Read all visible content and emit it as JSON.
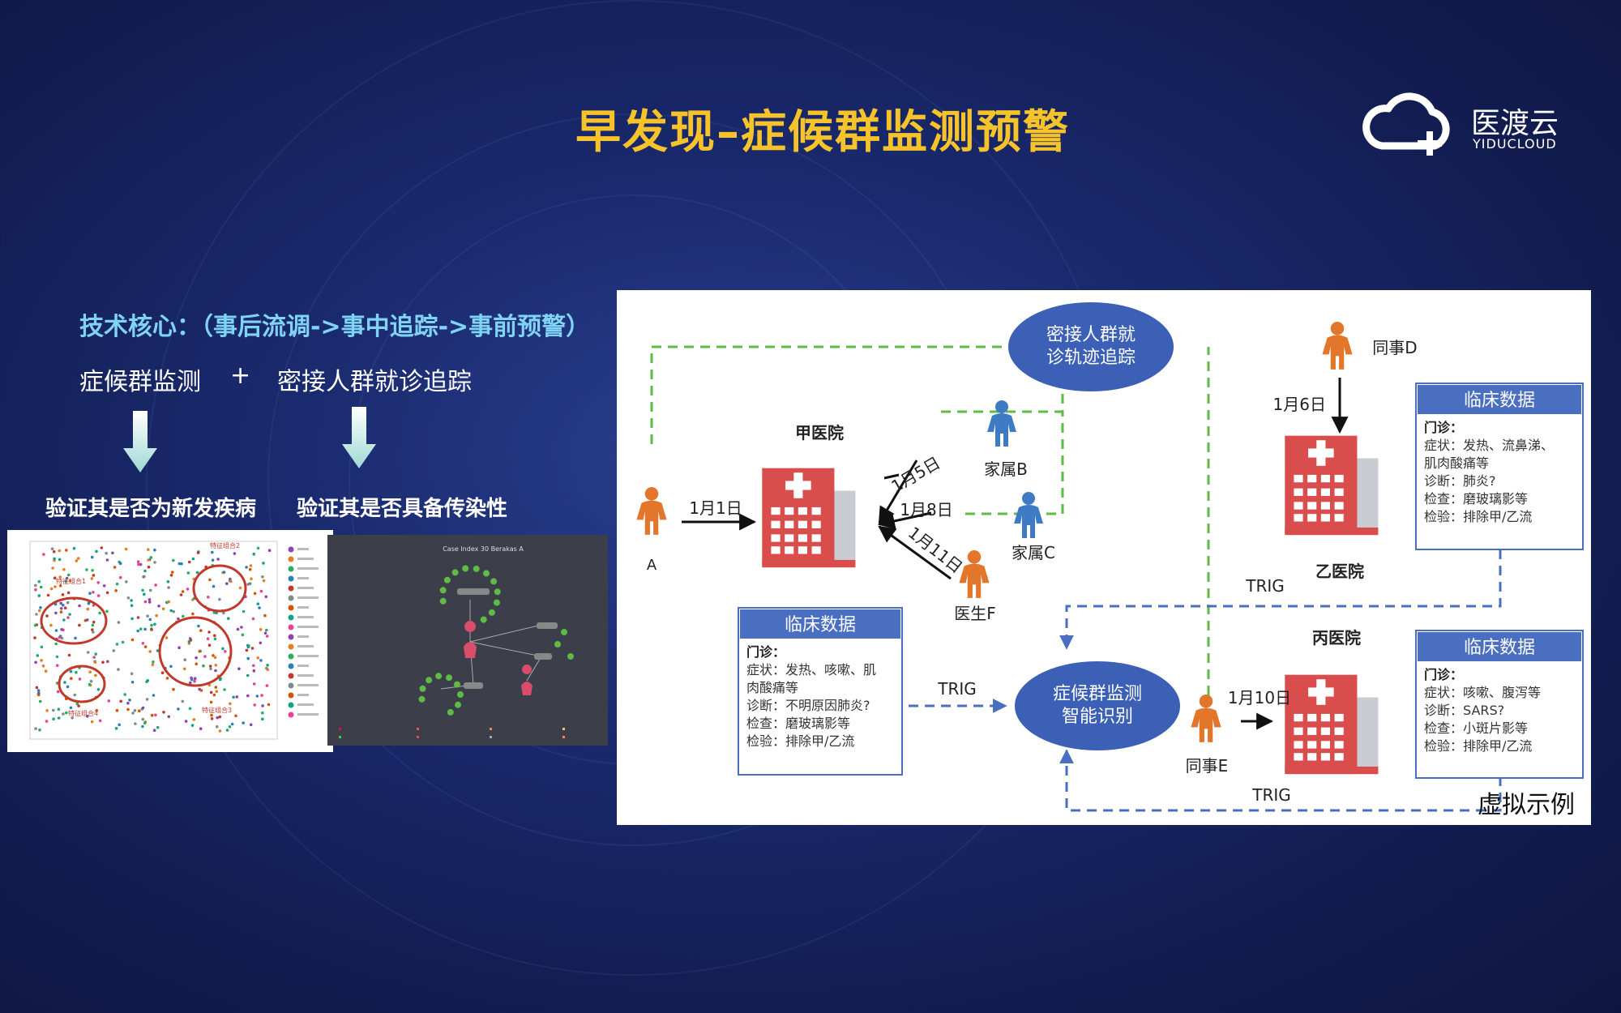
{
  "title": "早发现–症候群监测预警",
  "logo": {
    "name": "医渡云",
    "sub": "YIDUCLOUD"
  },
  "left": {
    "core": "技术核心：（事后流调->事中追踪->事前预警）",
    "sub1": "症候群监测",
    "plus": "+",
    "sub2": "密接人群就诊追踪",
    "verify1": "验证其是否为新发疾病",
    "verify2": "验证其是否具备传染性",
    "scatter_labels": [
      "特征组合1",
      "特征组合2",
      "特征组合3",
      "特征组合4"
    ],
    "network_header": "Case Index 30   Berakas A"
  },
  "diagram": {
    "tracking_node": [
      "密接人群就",
      "诊轨迹追踪"
    ],
    "detect_node": [
      "症候群监测",
      "智能识别"
    ],
    "hospital_jia": "甲医院",
    "hospital_yi": "乙医院",
    "hospital_bing": "丙医院",
    "person_a": "A",
    "family_b": "家属B",
    "family_c": "家属C",
    "doctor_f": "医生F",
    "colleague_d": "同事D",
    "colleague_e": "同事E",
    "date_a": "1月1日",
    "date_b": "1月5日",
    "date_c": "1月8日",
    "date_f": "1月11日",
    "date_d": "1月6日",
    "date_e": "1月10日",
    "trig1": "TRIG",
    "trig2": "TRIG",
    "trig3": "TRIG",
    "clinic1": {
      "header": "临床数据",
      "title": "门诊：",
      "lines": [
        "症状：发热、咳嗽、肌",
        "肉酸痛等",
        "诊断：不明原因肺炎?",
        "检查：磨玻璃影等",
        "检验：排除甲/乙流"
      ]
    },
    "clinic2": {
      "header": "临床数据",
      "title": "门诊：",
      "lines": [
        "症状：发热、流鼻涕、",
        "肌肉酸痛等",
        "诊断：肺炎?",
        "检查：磨玻璃影等",
        "检验：排除甲/乙流"
      ]
    },
    "clinic3": {
      "header": "临床数据",
      "title": "门诊：",
      "lines": [
        "症状：咳嗽、腹泻等",
        "诊断：SARS?",
        "检查：小斑片影等",
        "检验：排除甲/乙流"
      ]
    },
    "disclaimer": "虚拟示例"
  },
  "colors": {
    "title": "#f6c32a",
    "core": "#7fd3f5",
    "node": "#3b60b5",
    "green_dash": "#5dbb46",
    "blue_dash": "#4a6fc0",
    "person_orange": "#e2762a",
    "person_blue": "#3e7bc4",
    "hospital_red": "#d94d4d"
  }
}
